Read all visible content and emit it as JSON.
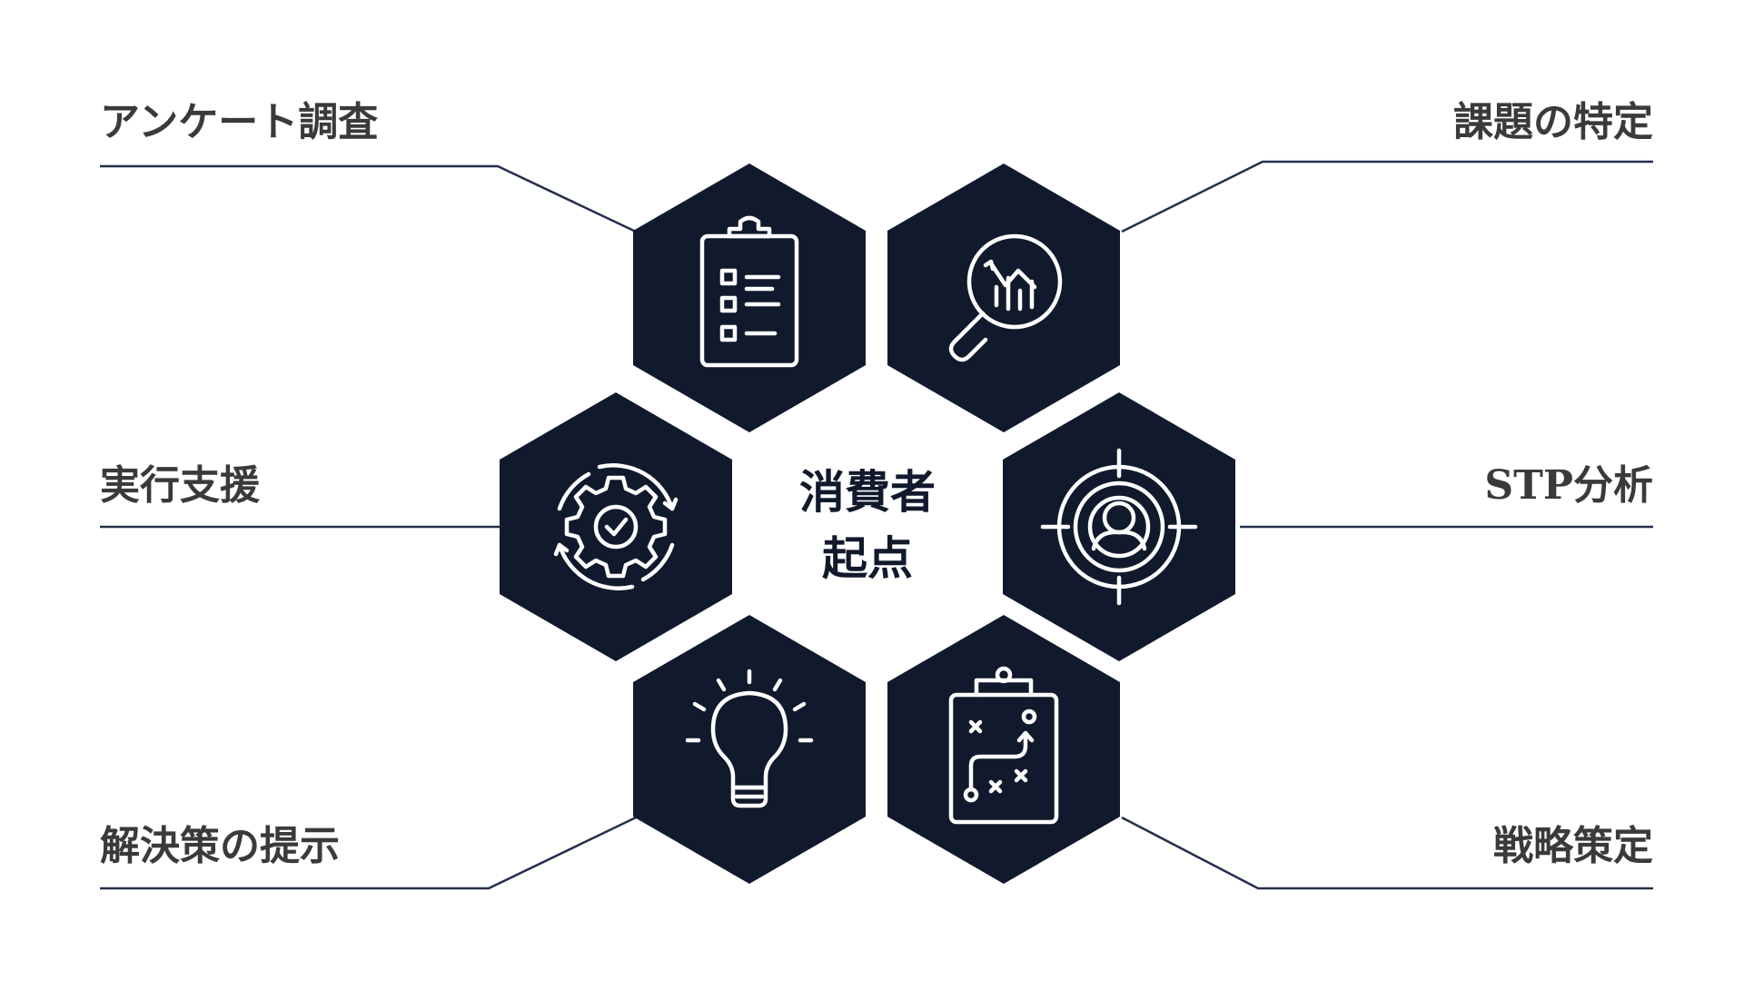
{
  "center": {
    "line1": "消費者",
    "line2": "起点"
  },
  "steps": [
    {
      "label": "アンケート調査",
      "icon": "clipboard-checklist-icon"
    },
    {
      "label": "課題の特定",
      "icon": "magnifier-chart-icon"
    },
    {
      "label": "実行支援",
      "icon": "gear-check-cycle-icon"
    },
    {
      "label": "STP分析",
      "icon": "target-person-icon"
    },
    {
      "label": "解決策の提示",
      "icon": "lightbulb-icon"
    },
    {
      "label": "戦略策定",
      "icon": "strategy-board-icon"
    }
  ],
  "colors": {
    "hexagon": "#111a2c",
    "connector": "#233049",
    "label": "#3a3a3a",
    "icon": "#ffffff"
  }
}
